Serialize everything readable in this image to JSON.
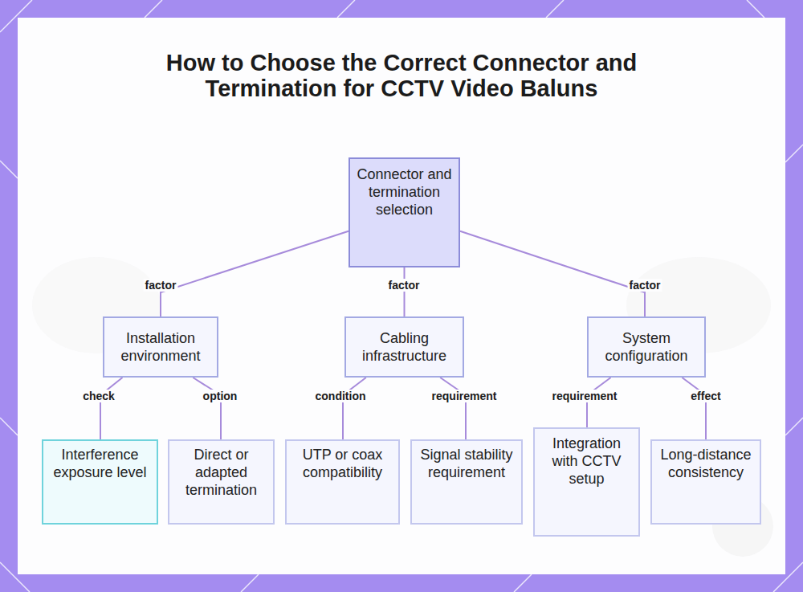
{
  "diagram": {
    "title": "How to Choose the Correct Connector and Termination for CCTV Video Baluns",
    "nodes": [
      {
        "text": [
          "Connector and termination selection"
        ]
      },
      {
        "text": [
          "Installation environment"
        ]
      },
      {
        "text": [
          "Cabling infrastructure"
        ]
      },
      {
        "text": [
          "System configuration"
        ]
      },
      {
        "text": [
          "Interference exposure level"
        ]
      },
      {
        "text": [
          "Direct or adapted termination"
        ]
      },
      {
        "text": [
          "UTP or coax compatibility"
        ]
      },
      {
        "text": [
          "Signal stability requirement"
        ]
      },
      {
        "text": [
          "Integration with CCTV setup"
        ]
      },
      {
        "text": [
          "Long-distance consistency"
        ]
      }
    ],
    "edges": [
      {
        "from": 0,
        "to": 1,
        "label": "factor",
        "arrow": "none"
      },
      {
        "from": 0,
        "to": 2,
        "label": "factor",
        "arrow": "none"
      },
      {
        "from": 0,
        "to": 3,
        "label": "factor",
        "arrow": "none"
      },
      {
        "from": 1,
        "to": 4,
        "label": "check",
        "arrow": "none"
      },
      {
        "from": 1,
        "to": 5,
        "label": "option",
        "arrow": "none"
      },
      {
        "from": 2,
        "to": 6,
        "label": "condition",
        "arrow": "none"
      },
      {
        "from": 2,
        "to": 7,
        "label": "requirement",
        "arrow": "none"
      },
      {
        "from": 3,
        "to": 8,
        "label": "requirement",
        "arrow": "none"
      },
      {
        "from": 3,
        "to": 9,
        "label": "effect",
        "arrow": "none"
      }
    ]
  }
}
